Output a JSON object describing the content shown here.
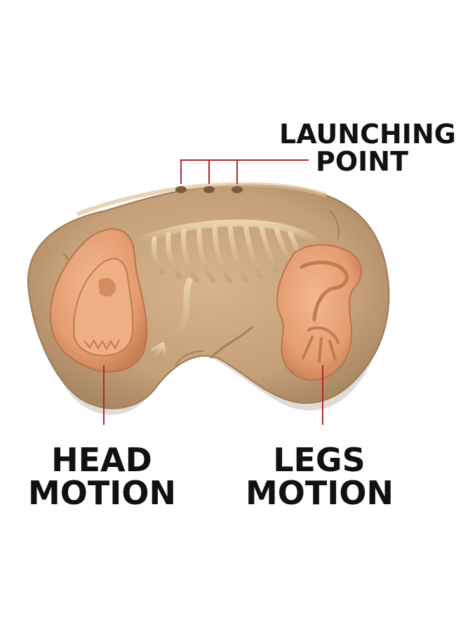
{
  "labels": {
    "launching": {
      "line1": "LAUNCHING",
      "line2": "POINT"
    },
    "head": {
      "line1": "HEAD",
      "line2": "MOTION"
    },
    "legs": {
      "line1": "LEGS",
      "line2": "MOTION"
    }
  },
  "colors": {
    "background": "#ffffff",
    "stone": "#c9a57e",
    "stone_dark": "#a98760",
    "fossil": "#dcc09a",
    "pad": "#e59f74",
    "pad_dark": "#c97f55",
    "callout_line": "#b3262a",
    "text": "#111111"
  }
}
